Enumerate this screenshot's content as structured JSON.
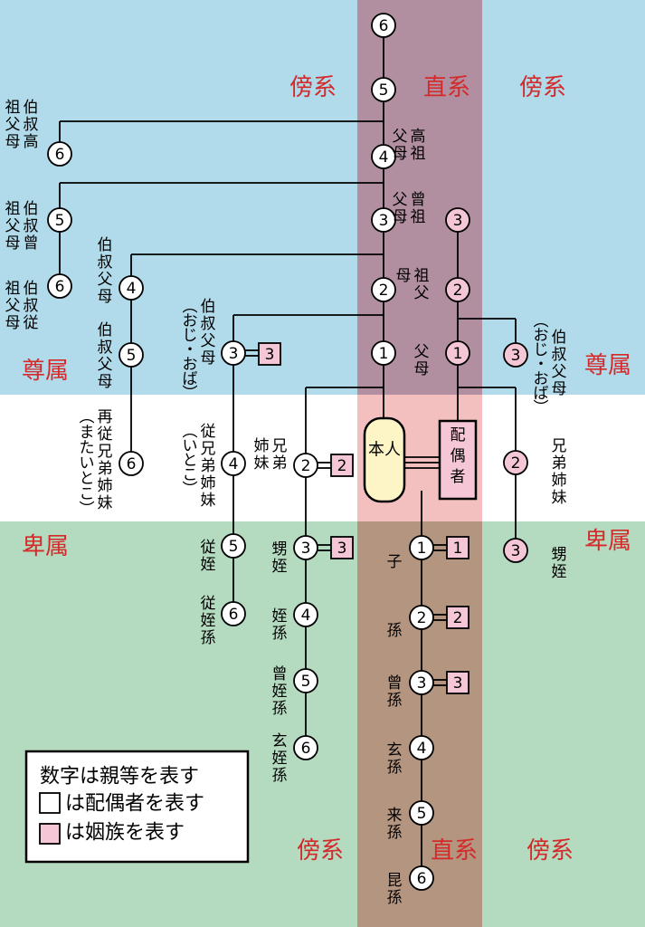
{
  "colors": {
    "ancestor_bg": "#b1dbeb",
    "descendant_bg": "#b4dac0",
    "lineal_upper": "#b18fa0",
    "lineal_middle": "#f4bfbf",
    "lineal_lower": "#b4957f",
    "inlaw_fill": "#f4c6d6",
    "self_fill": "#fdf5c6",
    "spouse_fill": "#f4c6d6",
    "region_text": "#d42a2a"
  },
  "regions": {
    "collateral": "傍系",
    "lineal": "直系",
    "ascendant": "尊属",
    "descendant": "卑属"
  },
  "self_label": "本人",
  "spouse_label": "配偶者",
  "legend": {
    "title": "数字は親等を表す",
    "spouse_item": "は配偶者を表す",
    "inlaw_item": "は姻族を表す"
  },
  "lineal_up": [
    {
      "degree": "1",
      "label": "父母"
    },
    {
      "degree": "2",
      "label": "祖父母"
    },
    {
      "degree": "3",
      "label": "曾祖父母"
    },
    {
      "degree": "4",
      "label": "高祖父母"
    },
    {
      "degree": "5"
    },
    {
      "degree": "6"
    }
  ],
  "lineal_down": [
    {
      "degree": "1",
      "label": "子",
      "spouse": "1"
    },
    {
      "degree": "2",
      "label": "孫",
      "spouse": "2"
    },
    {
      "degree": "3",
      "label": "曾孫",
      "spouse": "3"
    },
    {
      "degree": "4",
      "label": "玄孫"
    },
    {
      "degree": "5",
      "label": "来孫"
    },
    {
      "degree": "6",
      "label": "昆孫"
    }
  ],
  "spouse_line": [
    {
      "degree": "1"
    },
    {
      "degree": "2"
    },
    {
      "degree": "3"
    }
  ],
  "spouse_branch": {
    "uncle": {
      "degree": "3",
      "label": "伯叔父母",
      "sub": "（おじ・おば）"
    },
    "sibling": {
      "degree": "2",
      "label": "兄弟姉妹"
    },
    "nephew": {
      "degree": "3",
      "label": "甥姪"
    }
  },
  "collateral": {
    "sibling": {
      "degree": "2",
      "label": "兄弟姉妹",
      "spouse": "2"
    },
    "nephew": {
      "degree": "3",
      "label": "甥姪",
      "spouse": "3"
    },
    "grandnephew": {
      "degree": "4",
      "label": "姪孫"
    },
    "greatgrandnephew": {
      "degree": "5",
      "label": "曾姪孫"
    },
    "gg_grandnephew": {
      "degree": "6",
      "label": "玄姪孫"
    },
    "uncle": {
      "degree": "3",
      "label": "伯叔父母",
      "sub": "（おじ・おば）",
      "spouse": "3"
    },
    "cousin": {
      "degree": "4",
      "label": "従兄弟姉妹",
      "sub": "（いとこ）"
    },
    "cousin_child": {
      "degree": "5",
      "label": "従姪"
    },
    "cousin_grandchild": {
      "degree": "6",
      "label": "従姪孫"
    },
    "granduncle": {
      "degree": "4",
      "label": "伯叔父母"
    },
    "granduncle_second": {
      "degree": "5",
      "label": "伯叔父母"
    },
    "second_cousin": {
      "degree": "6",
      "label": "再従兄弟姉妹",
      "sub": "（またいとこ）"
    },
    "ggranduncle": {
      "degree": "5",
      "label": "伯叔曾祖父母"
    },
    "ggranduncle_second": {
      "degree": "6",
      "label": "伯叔従祖父母"
    },
    "gggranduncle": {
      "degree": "6",
      "label": "伯叔高祖父母"
    }
  }
}
